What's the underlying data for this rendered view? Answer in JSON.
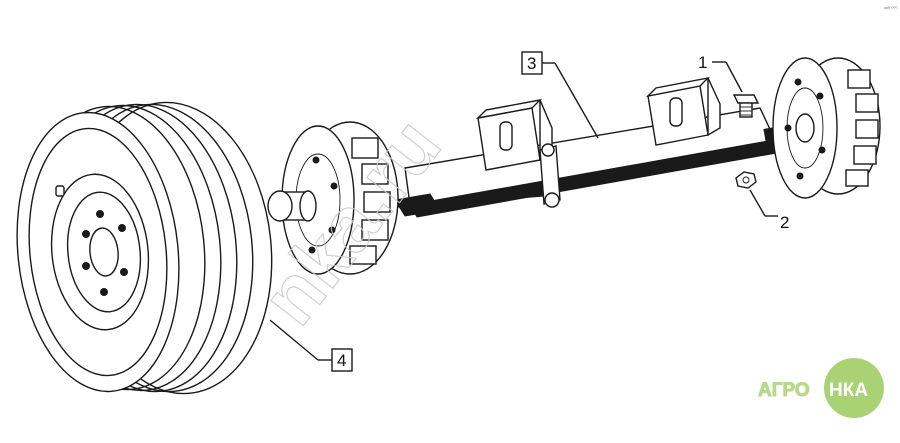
{
  "callouts": [
    {
      "id": "1",
      "label": "1",
      "boxed": false
    },
    {
      "id": "2",
      "label": "2",
      "boxed": false
    },
    {
      "id": "3",
      "label": "3",
      "boxed": true
    },
    {
      "id": "4",
      "label": "4",
      "boxed": true
    }
  ],
  "corner_mark": "ᵃᵖᴿ ⁰⁰⁰",
  "watermark": "nka.ru",
  "logo": {
    "left_text": "АГРО",
    "right_text": "НКА",
    "color_light": "#b7d98a",
    "color_dark": "#8fc25a"
  },
  "colors": {
    "ink": "#1a1a1a",
    "background": "#ffffff"
  }
}
